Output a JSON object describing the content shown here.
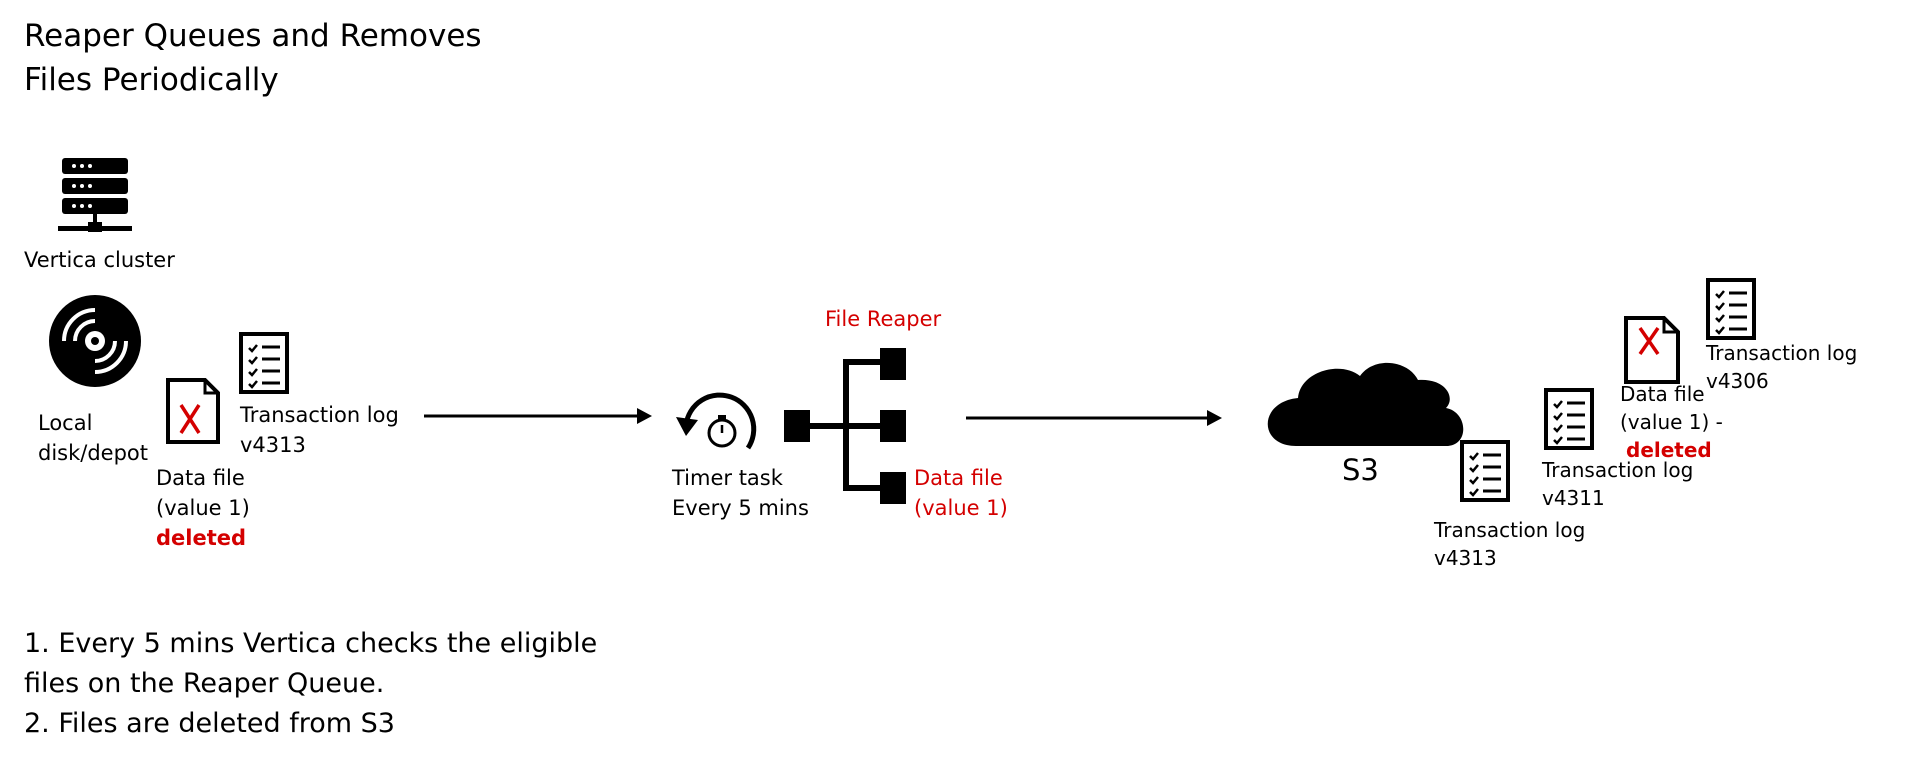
{
  "title": {
    "line1": "Reaper Queues and Removes",
    "line2": "Files Periodically"
  },
  "cluster": {
    "label": "Vertica cluster",
    "icon": "server-icon"
  },
  "local": {
    "label_line1": "Local",
    "label_line2": "disk/depot",
    "icon": "disk-icon",
    "data_file": {
      "line1": "Data file",
      "line2": "(value 1)",
      "status": "deleted",
      "icon": "deleted-file-icon"
    },
    "txlog": {
      "line1": "Transaction log",
      "line2": "v4313",
      "icon": "checklist-icon"
    }
  },
  "timer": {
    "line1": "Timer task",
    "line2": "Every 5 mins",
    "icon": "timer-icon"
  },
  "reaper": {
    "title": "File Reaper",
    "icon": "queue-tree-icon",
    "item": {
      "line1": "Data file",
      "line2": "(value 1)"
    }
  },
  "s3": {
    "label": "S3",
    "icon": "cloud-icon",
    "txlog_a": {
      "line1": "Transaction log",
      "line2": "v4313"
    },
    "txlog_b": {
      "line1": "Transaction log",
      "line2": "v4311"
    },
    "data_file": {
      "line1": "Data file",
      "line2": "(value 1) -",
      "status": "deleted"
    },
    "txlog_c": {
      "line1": "Transaction log",
      "line2": "v4306"
    }
  },
  "notes": {
    "line1": "1. Every 5 mins Vertica checks the eligible",
    "line2": "files on the Reaper Queue.",
    "line3": "2. Files are deleted from S3"
  },
  "colors": {
    "accent_red": "#d40000",
    "ink": "#000000"
  }
}
